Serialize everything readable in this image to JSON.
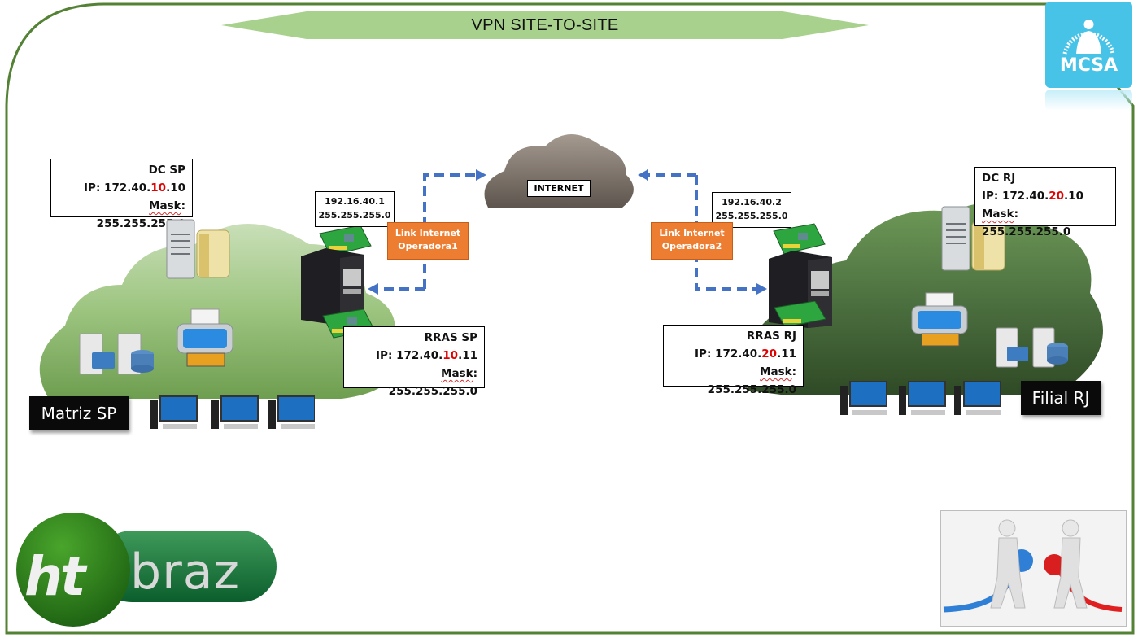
{
  "title": "VPN SITE-TO-SITE",
  "colors": {
    "frame_green": "#548235",
    "banner_green": "#a9d18e",
    "cloud_sp": "#8fbc6e",
    "cloud_rj": "#3f5f30",
    "internet_cloud": "#7a6f66",
    "link_orange": "#ed7d31",
    "arrow_blue": "#4472c4",
    "highlight_red": "#e00000",
    "mcsa_blue": "#47c3e8"
  },
  "logos": {
    "mcsa": "MCSA",
    "htbraz_ht": "ht",
    "htbraz_braz": "braz"
  },
  "internet": {
    "label": "INTERNET"
  },
  "sites": {
    "sp": {
      "label": "Matriz SP",
      "dc": {
        "name": "DC SP",
        "ip_prefix": "IP: 172.40.",
        "ip_octet": "10",
        "ip_suffix": ".10",
        "mask_label": "Mask",
        "mask_value": ": 255.255.255.0"
      },
      "rras": {
        "name": "RRAS SP",
        "ip_prefix": "IP: 172.40.",
        "ip_octet": "10",
        "ip_suffix": ".11",
        "mask_label": "Mask",
        "mask_value": ": 255.255.255.0"
      },
      "nic": {
        "ip": "192.16.40.1",
        "mask": "255.255.255.0"
      },
      "link": {
        "line1": "Link Internet",
        "line2": "Operadora1"
      }
    },
    "rj": {
      "label": "Filial RJ",
      "dc": {
        "name": "DC RJ",
        "ip_prefix": "IP: 172.40.",
        "ip_octet": "20",
        "ip_suffix": ".10",
        "mask_label": "Mask",
        "mask_value": ": 255.255.255.0"
      },
      "rras": {
        "name": "RRAS RJ",
        "ip_prefix": "IP: 172.40.",
        "ip_octet": "20",
        "ip_suffix": ".11",
        "mask_label": "Mask",
        "mask_value": ": 255.255.255.0"
      },
      "nic": {
        "ip": "192.16.40.2",
        "mask": "255.255.255.0"
      },
      "link": {
        "line1": "Link Internet",
        "line2": "Operadora2"
      }
    }
  },
  "icons": [
    "server-icon",
    "file-server-icon",
    "database-server-icon",
    "printer-icon",
    "workstation-icon",
    "network-card-icon",
    "router-tower-icon",
    "cloud-icon",
    "plug-people-icon"
  ]
}
